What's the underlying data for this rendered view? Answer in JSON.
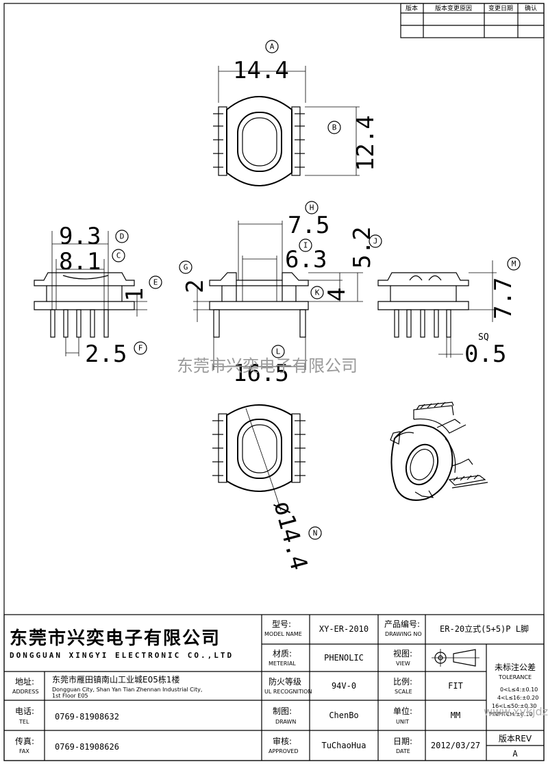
{
  "revision_table": {
    "headers": [
      "版本",
      "版本变更原因",
      "变更日期",
      "确认"
    ]
  },
  "dimensions": {
    "A": "14.4",
    "B": "12.4",
    "C": "8.1",
    "D": "9.3",
    "E": "1",
    "F": "2.5",
    "G": "2",
    "H": "7.5",
    "I": "6.3",
    "J": "5.2",
    "K": "4",
    "L": "16.5",
    "M": "7.7",
    "N": "ø14.4",
    "sq_label": "SQ",
    "sq_value": "0.5"
  },
  "circle_labels": [
    "A",
    "B",
    "C",
    "D",
    "E",
    "F",
    "G",
    "H",
    "I",
    "J",
    "K",
    "L",
    "M",
    "N"
  ],
  "watermark": "东莞市兴奕电子有限公司",
  "watermark_url": "www.xykjdz.com",
  "title_block": {
    "company_cn": "东莞市兴奕电子有限公司",
    "company_en": "DONGGUAN XINGYI ELECTRONIC CO.,LTD",
    "address_label_cn": "地址:",
    "address_label_en": "ADDRESS",
    "address_cn": "东莞市雁田镇南山工业城E05栋1楼",
    "address_en_line1": "Dongguan City, Shan Yan Tian Zhennan Industrial City,",
    "address_en_line2": "1st Floor E05",
    "tel_label_cn": "电话:",
    "tel_label_en": "TEL",
    "tel": "0769-81908632",
    "fax_label_cn": "传真:",
    "fax_label_en": "FAX",
    "fax": "0769-81908626",
    "model_label_cn": "型号:",
    "model_label_en": "MODEL NAME",
    "model": "XY-ER-2010",
    "material_label_cn": "材质:",
    "material_label_en": "METERIAL",
    "material": "PHENOLIC",
    "ul_label_cn": "防火等级",
    "ul_label_en": "UL RECOGNITION",
    "ul": "94V-0",
    "drawn_label_cn": "制图:",
    "drawn_label_en": "DRAWN",
    "drawn": "ChenBo",
    "approved_label_cn": "审核:",
    "approved_label_en": "APPROVED",
    "approved": "TuChaoHua",
    "drawing_no_label_cn": "产品编号:",
    "drawing_no_label_en": "DRAWING NO",
    "drawing_no": "ER-20立式(5+5)P L脚",
    "view_label_cn": "视图:",
    "view_label_en": "VIEW",
    "scale_label_cn": "比例:",
    "scale_label_en": "SCALE",
    "scale": "FIT",
    "unit_label_cn": "单位:",
    "unit_label_en": "UNIT",
    "unit": "MM",
    "date_label_cn": "日期:",
    "date_label_en": "DATE",
    "date": "2012/03/27",
    "tolerance_cn": "未标注公差",
    "tolerance_en": "TOLERANCE",
    "tol1": "0<L≤4:±0.10",
    "tol2": "4<L≤16:±0.20",
    "tol3": "16<L≤50:±0.30",
    "tol4": "PINPITCH:±0.10",
    "rev_label": "版本REV",
    "rev": "A"
  }
}
